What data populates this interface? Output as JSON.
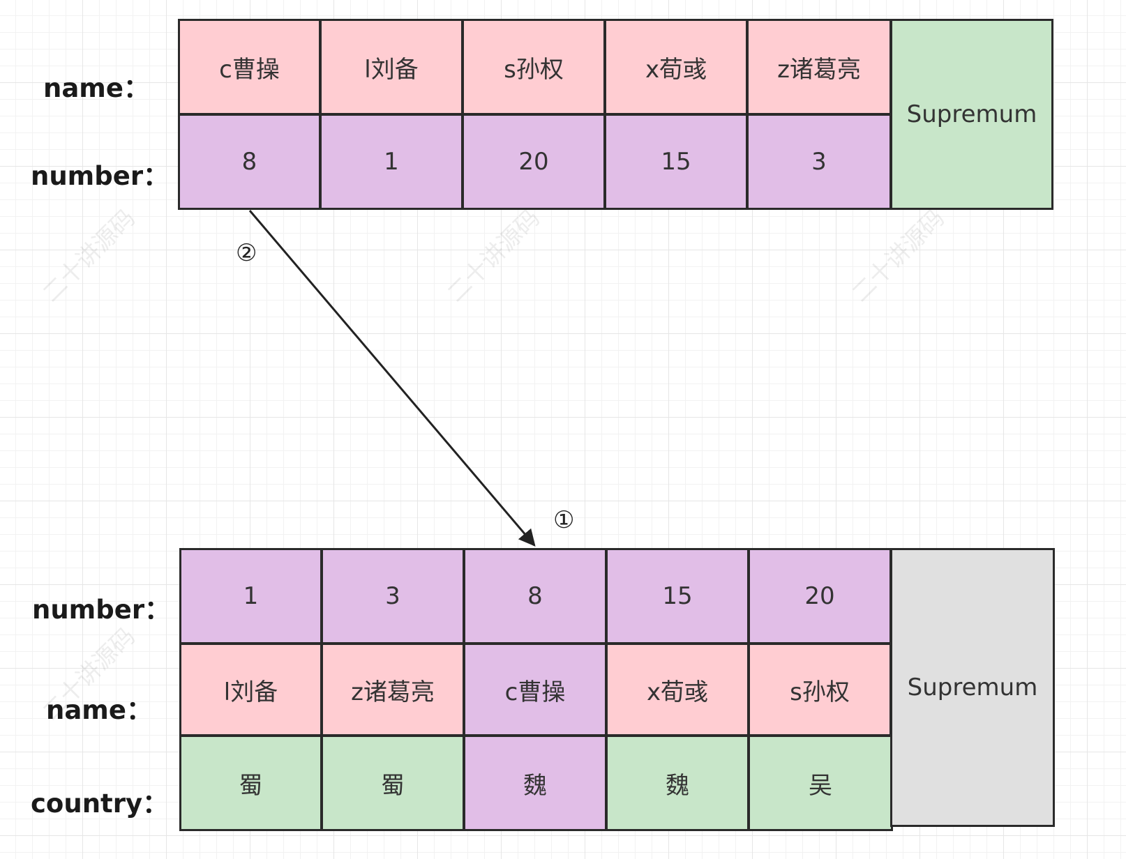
{
  "watermark": "二十讲源码",
  "top_table": {
    "labels": {
      "name": "name：",
      "number": "number："
    },
    "name_row": [
      "c曹操",
      "l刘备",
      "s孙权",
      "x荀彧",
      "z诸葛亮"
    ],
    "number_row": [
      "8",
      "1",
      "20",
      "15",
      "3"
    ],
    "supremum": "Supremum"
  },
  "bottom_table": {
    "labels": {
      "number": "number：",
      "name": "name：",
      "country": "country："
    },
    "number_row": [
      "1",
      "3",
      "8",
      "15",
      "20"
    ],
    "name_row": [
      "l刘备",
      "z诸葛亮",
      "c曹操",
      "x荀彧",
      "s孙权"
    ],
    "country_row": [
      "蜀",
      "蜀",
      "魏",
      "魏",
      "吴"
    ],
    "supremum": "Supremum"
  },
  "markers": {
    "step1": "①",
    "step2": "②"
  },
  "colors": {
    "name_cell": "#ffcdd2",
    "number_cell": "#e1bee7",
    "highlight_cell": "#e1bee7",
    "country_cell": "#c8e6c9",
    "top_supremum": "#c8e6c9",
    "bottom_supremum": "#e0e0e0",
    "border": "#2a2a2a"
  }
}
